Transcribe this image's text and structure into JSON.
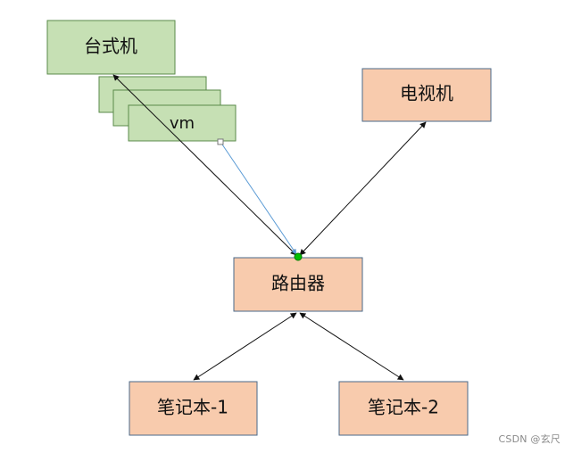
{
  "nodes": {
    "desktop": {
      "label": "台式机"
    },
    "vm": {
      "label": "vm"
    },
    "tv": {
      "label": "电视机"
    },
    "router": {
      "label": "路由器"
    },
    "laptop1": {
      "label": "笔记本-1"
    },
    "laptop2": {
      "label": "笔记本-2"
    }
  },
  "colors": {
    "green_fill": "#c6e0b4",
    "green_stroke": "#5a8a4a",
    "orange_fill": "#f8cbad",
    "orange_stroke": "#4a6a8a",
    "arrow": "#111111",
    "blue_connector": "#5b9bd5",
    "endpoint_dot": "#00c000"
  },
  "watermark": "CSDN @玄尺"
}
